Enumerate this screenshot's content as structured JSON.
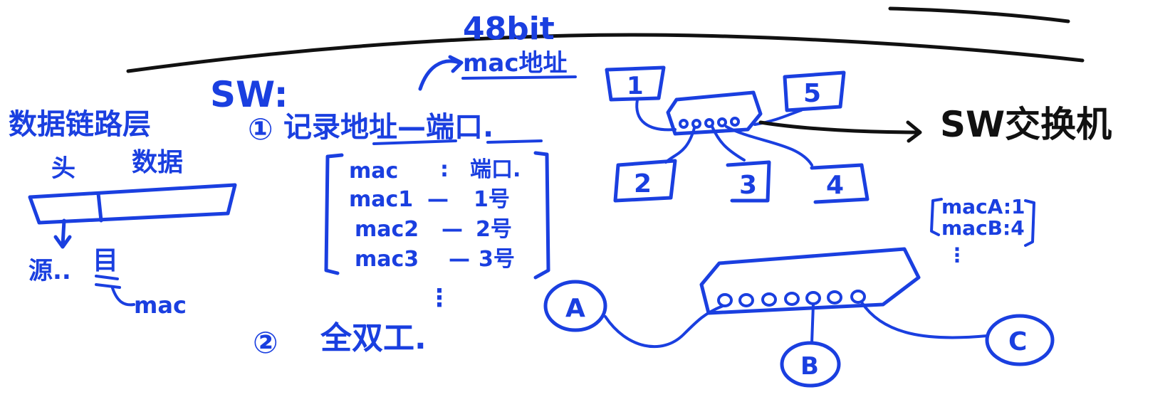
{
  "colors": {
    "ink_blue": "#1a3fe0",
    "ink_black": "#111111",
    "background": "#ffffff"
  },
  "top_note": {
    "bits": "48bit",
    "mac_label": "mac地址"
  },
  "left": {
    "layer_title": "数据链路层",
    "frame_header": "头",
    "frame_data": "数据",
    "src_label": "源..",
    "dst_label": "目",
    "mac_label": "mac"
  },
  "sw": {
    "title": "SW:",
    "point1_num": "①",
    "point1_text": "记录地址—端口.",
    "table_header_mac": "mac",
    "table_header_sep": ":",
    "table_header_port": "端口.",
    "table_rows": [
      {
        "mac": "mac1",
        "sep": "—",
        "port": "1号"
      },
      {
        "mac": "mac2",
        "sep": "—",
        "port": "2号"
      },
      {
        "mac": "mac3",
        "sep": "—",
        "port": "3号"
      }
    ],
    "table_ellipsis": "⋮",
    "point2_num": "②",
    "point2_text": "全双工."
  },
  "topology": {
    "ports": [
      "1",
      "2",
      "3",
      "4",
      "5"
    ],
    "switch_label": "SW交换机"
  },
  "lower": {
    "host_a": "A",
    "host_b": "B",
    "host_c": "C",
    "mac_table": [
      {
        "entry": "macA:1"
      },
      {
        "entry": "macB:4"
      }
    ],
    "mac_table_ellipsis": "⋮"
  }
}
